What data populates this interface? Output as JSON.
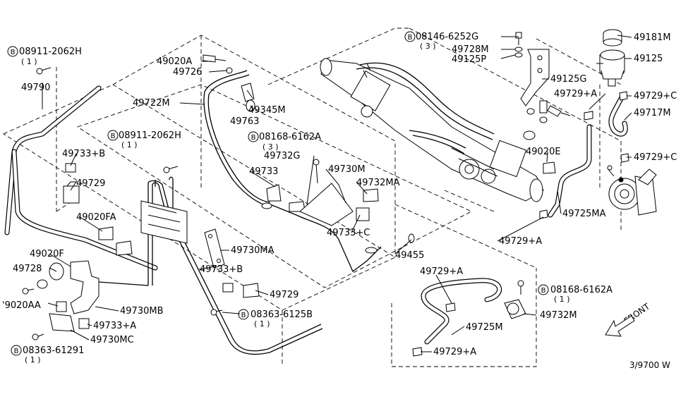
{
  "diagram": {
    "labels": [
      {
        "id": "l01",
        "text": "49181M"
      },
      {
        "id": "l02",
        "text": "49125"
      },
      {
        "id": "l03",
        "text": "08146-6252G"
      },
      {
        "id": "l04",
        "text": "49728M"
      },
      {
        "id": "l05",
        "text": "49125P"
      },
      {
        "id": "l06",
        "text": "49125G"
      },
      {
        "id": "l07",
        "text": "49729+A"
      },
      {
        "id": "l08",
        "text": "49729+C"
      },
      {
        "id": "l09",
        "text": "49717M"
      },
      {
        "id": "l10",
        "text": "49729+C"
      },
      {
        "id": "l11",
        "text": "49020E"
      },
      {
        "id": "l12",
        "text": "49725MA"
      },
      {
        "id": "l13",
        "text": "49729+A"
      },
      {
        "id": "l14",
        "text": "08911-2062H"
      },
      {
        "id": "l15",
        "text": "49790"
      },
      {
        "id": "l16",
        "text": "49020A"
      },
      {
        "id": "l17",
        "text": "49726"
      },
      {
        "id": "l18",
        "text": "49722M"
      },
      {
        "id": "l19",
        "text": "49345M"
      },
      {
        "id": "l20",
        "text": "49763"
      },
      {
        "id": "l21",
        "text": "08911-2062H"
      },
      {
        "id": "l22",
        "text": "08168-6162A"
      },
      {
        "id": "l23",
        "text": "49732G"
      },
      {
        "id": "l24",
        "text": "49733"
      },
      {
        "id": "l25",
        "text": "49730M"
      },
      {
        "id": "l26",
        "text": "49732MA"
      },
      {
        "id": "l27",
        "text": "49733+C"
      },
      {
        "id": "l28",
        "text": "49733+B"
      },
      {
        "id": "l29",
        "text": "49729"
      },
      {
        "id": "l30",
        "text": "49020FA"
      },
      {
        "id": "l31",
        "text": "49730MA"
      },
      {
        "id": "l32",
        "text": "49455"
      },
      {
        "id": "l33",
        "text": "49733+B"
      },
      {
        "id": "l34",
        "text": "49729"
      },
      {
        "id": "l35",
        "text": "08363-6125B"
      },
      {
        "id": "l36",
        "text": "49020F"
      },
      {
        "id": "l37",
        "text": "49728"
      },
      {
        "id": "l38",
        "text": "'9020AA"
      },
      {
        "id": "l39",
        "text": "49730MB"
      },
      {
        "id": "l40",
        "text": "49733+A"
      },
      {
        "id": "l41",
        "text": "49730MC"
      },
      {
        "id": "l42",
        "text": "08363-61291"
      },
      {
        "id": "l43",
        "text": "49729+A"
      },
      {
        "id": "l44",
        "text": "08168-6162A"
      },
      {
        "id": "l45",
        "text": "49732M"
      },
      {
        "id": "l46",
        "text": "49725M"
      },
      {
        "id": "l47",
        "text": "49729+A"
      },
      {
        "id": "l48",
        "text": "FRONT"
      },
      {
        "id": "l49",
        "text": "3/9700 W"
      }
    ],
    "quantities": [
      {
        "id": "q01",
        "text": "( 3 )"
      },
      {
        "id": "q02",
        "text": "( 1 )"
      },
      {
        "id": "q03",
        "text": "( 1 )"
      },
      {
        "id": "q04",
        "text": "( 3 )"
      },
      {
        "id": "q05",
        "text": "( 1 )"
      },
      {
        "id": "q06",
        "text": "( 1 )"
      },
      {
        "id": "q07",
        "text": "( 1 )"
      }
    ],
    "bolt_marker": "B",
    "icons": [
      "bolt-marker-icon",
      "front-arrow-icon"
    ]
  }
}
